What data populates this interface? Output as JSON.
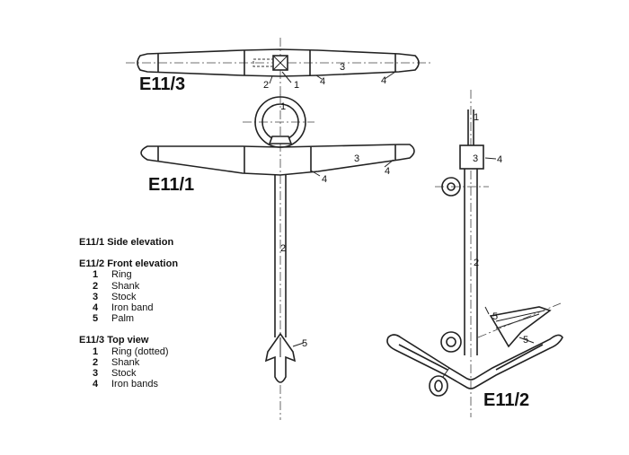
{
  "figures": {
    "top_view": "E11/3",
    "side_elevation": "E11/1",
    "front_elevation": "E11/2"
  },
  "callouts": {
    "one": "1",
    "two": "2",
    "three": "3",
    "four": "4",
    "five": "5"
  },
  "legend": {
    "side": {
      "heading": "E11/1 Side elevation"
    },
    "front": {
      "heading": "E11/2 Front elevation",
      "items": [
        {
          "num": "1",
          "label": "Ring"
        },
        {
          "num": "2",
          "label": "Shank"
        },
        {
          "num": "3",
          "label": "Stock"
        },
        {
          "num": "4",
          "label": "Iron band"
        },
        {
          "num": "5",
          "label": "Palm"
        }
      ]
    },
    "top": {
      "heading": "E11/3 Top view",
      "items": [
        {
          "num": "1",
          "label": "Ring (dotted)"
        },
        {
          "num": "2",
          "label": "Shank"
        },
        {
          "num": "3",
          "label": "Stock"
        },
        {
          "num": "4",
          "label": "Iron bands"
        }
      ]
    }
  }
}
